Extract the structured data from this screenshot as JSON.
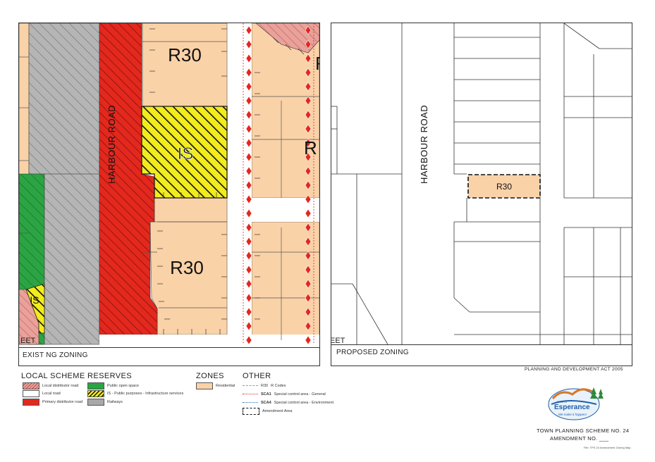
{
  "existing_map": {
    "caption": "EXIST NG ZONING",
    "road_label": "HARBOUR ROAD",
    "zone_labels": [
      "R30",
      "IS",
      "R30",
      "IS"
    ],
    "cut_labels": [
      "R",
      "R"
    ],
    "street_fragment": "EET"
  },
  "proposed_map": {
    "caption": "PROPOSED ZONING",
    "road_label": "HARBOUR ROAD",
    "amendment_zone_label": "R30",
    "street_fragment": "EET"
  },
  "legend": {
    "reserves_title": "LOCAL SCHEME RESERVES",
    "zones_title": "ZONES",
    "other_title": "OTHER",
    "reserves": [
      {
        "label": "Local distributor road"
      },
      {
        "label": "Local road"
      },
      {
        "label": "Primary distributor road"
      },
      {
        "label": "Public open space"
      },
      {
        "label": "IS - Public purposes - Infrastructure services"
      },
      {
        "label": "Railways"
      }
    ],
    "zones": [
      {
        "label": "Residential"
      }
    ],
    "other": [
      {
        "code": "R30",
        "label": "R Codes"
      },
      {
        "code": "SCA1",
        "label": "Special control area - General"
      },
      {
        "code": "SCA4",
        "label": "Special control area - Environment"
      },
      {
        "code": "",
        "label": "Amendment Area"
      }
    ]
  },
  "title_block": {
    "act": "PLANNING AND DEVELOPMENT ACT 2005",
    "logo_top": "Shire of",
    "logo_name": "Esperance",
    "logo_tagline": "We make it happen!",
    "scheme": "TOWN PLANNING SCHEME NO. 24",
    "amendment": "AMENDMENT NO. ___",
    "footnote": "File: TPS 24 Amendment Zoning Map"
  },
  "colors": {
    "residential": "#fad2a8",
    "primary_road": "#e3281e",
    "railway": "#b5b5b5",
    "open_space": "#2ca444",
    "infrastructure": "#f2ec1c",
    "local_distributor": "#e9a19a",
    "sca_red": "#e3281e",
    "logo_blue": "#1f5fa8"
  }
}
